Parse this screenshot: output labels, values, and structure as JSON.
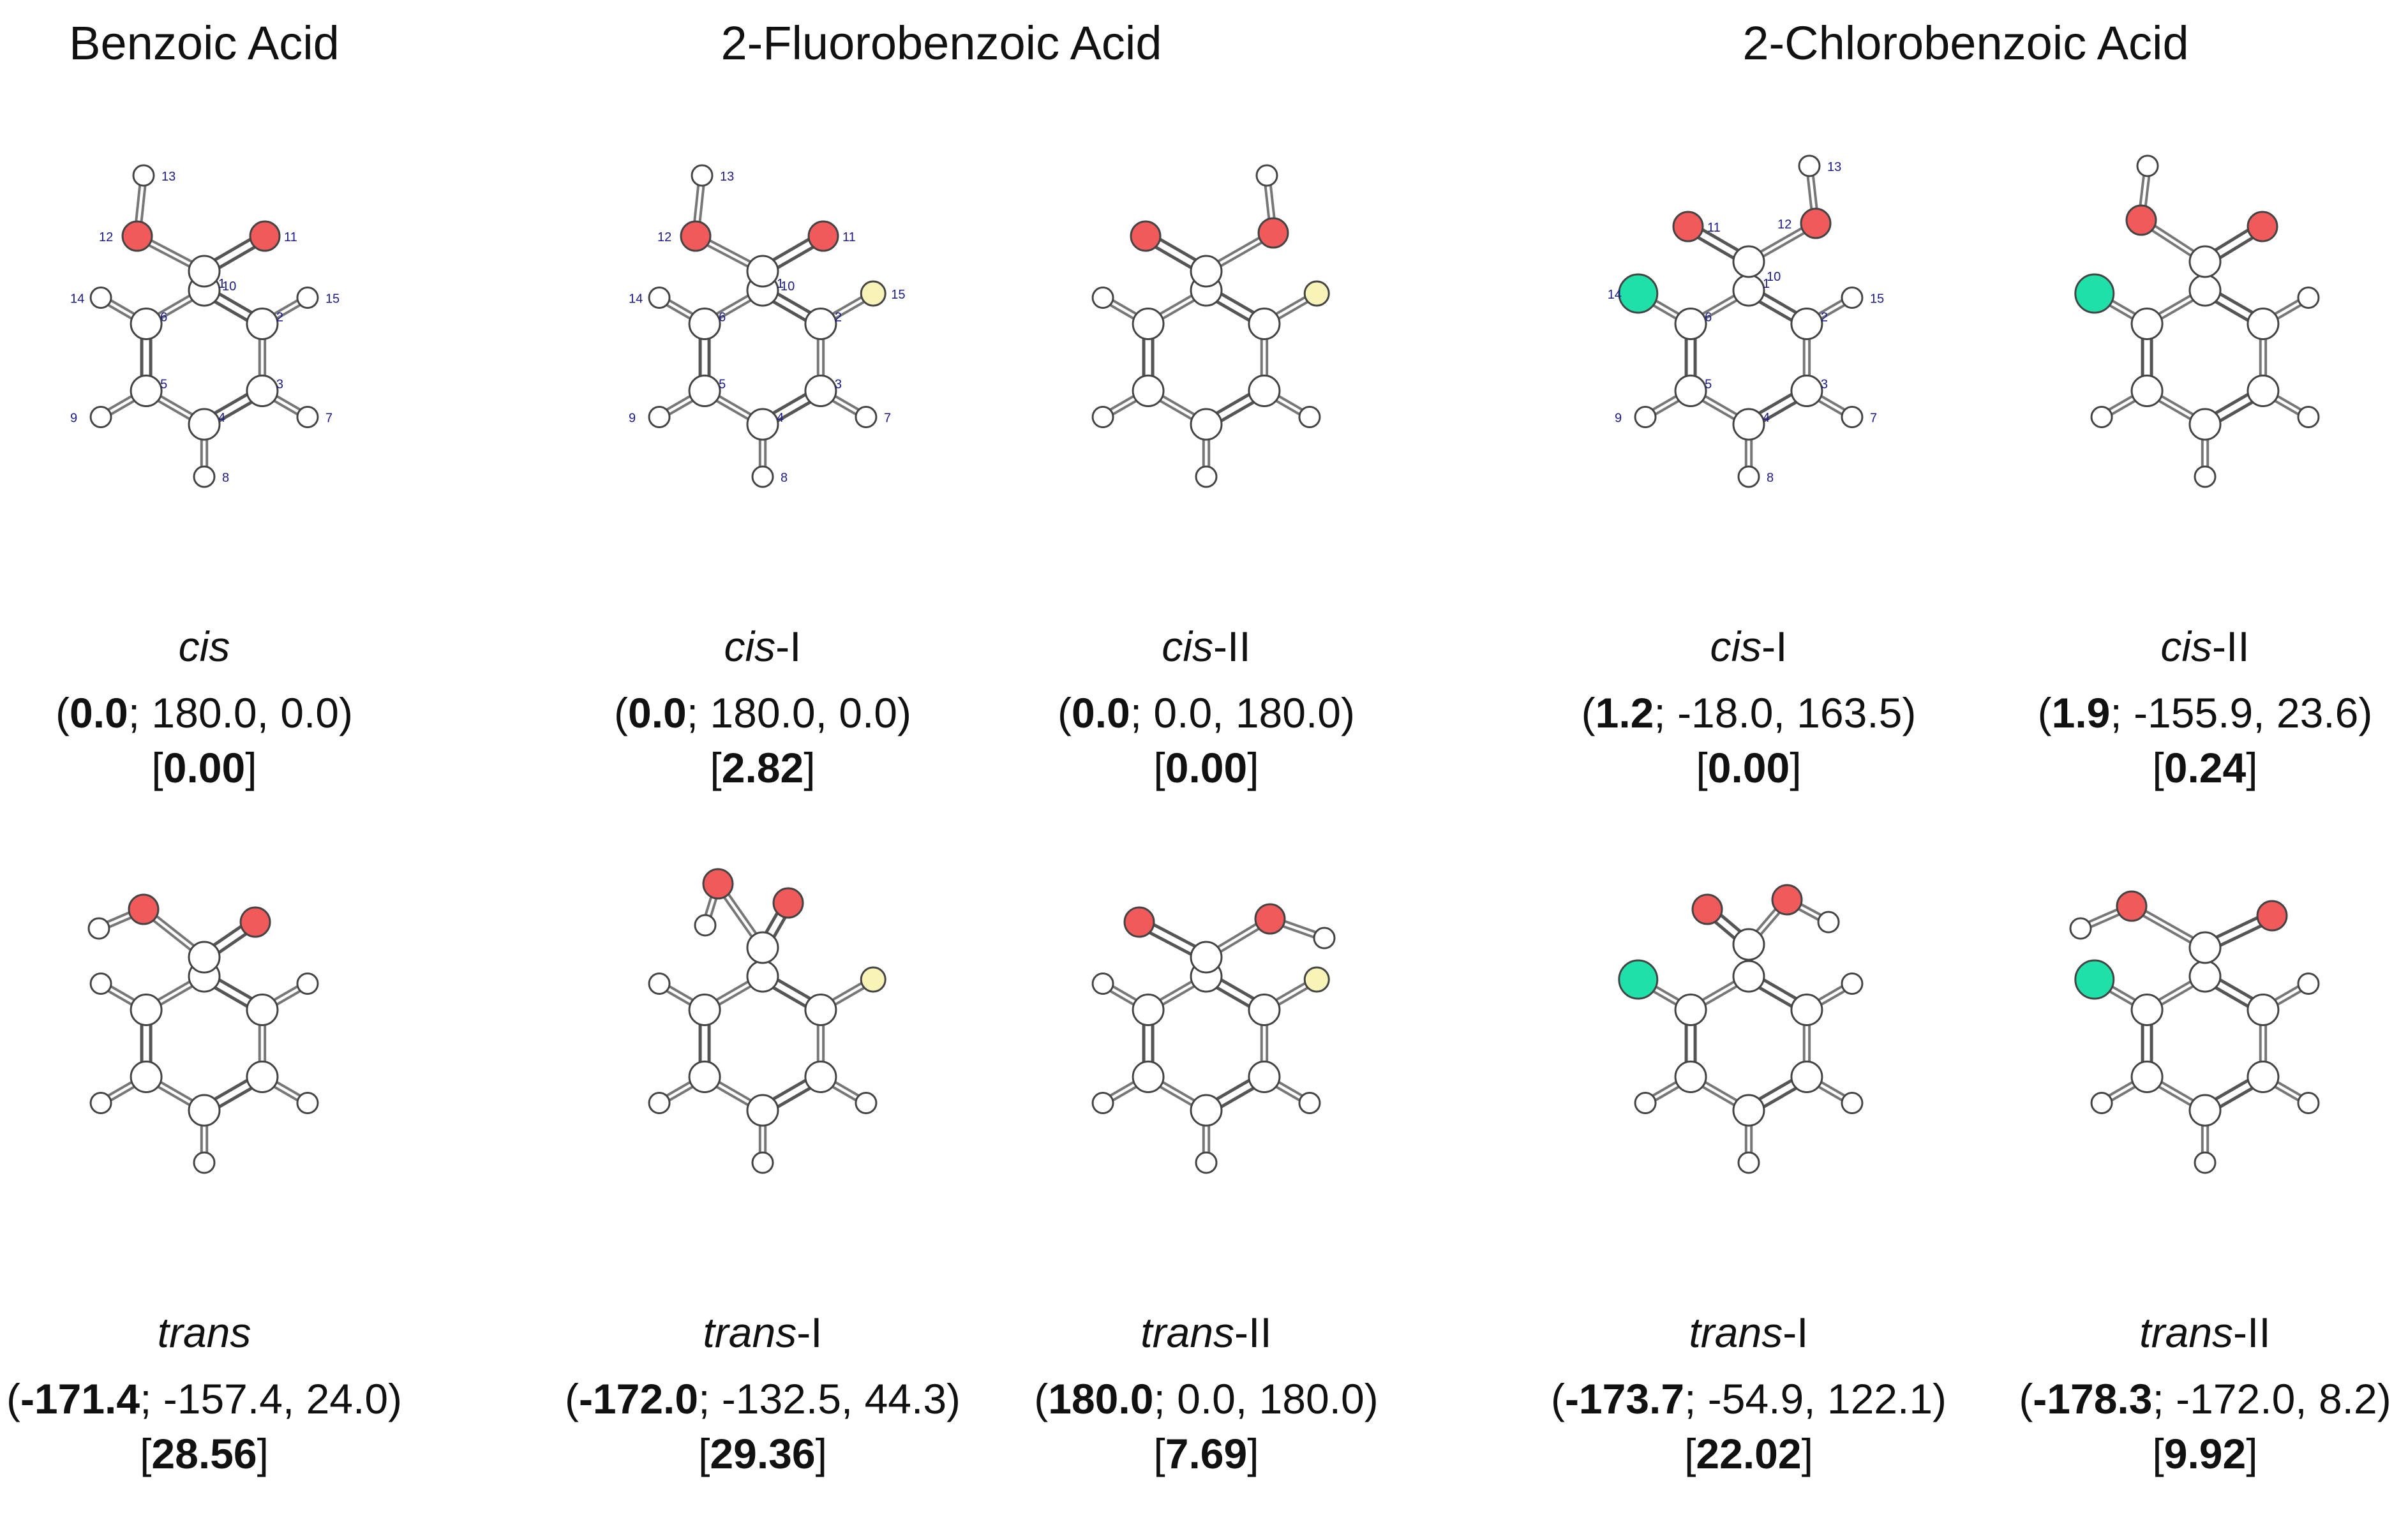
{
  "headers": [
    "Benzoic Acid",
    "2-Fluorobenzoic Acid",
    "2-Chlorobenzoic Acid"
  ],
  "colors": {
    "oxygen": "#f05a5a",
    "fluorine": "#f8f4b8",
    "chlorine": "#1ee0a8",
    "atom": "#ffffff",
    "outline": "#444444",
    "label": "#1a1a8a"
  },
  "structures": [
    {
      "name_italic": "cis",
      "name_suffix": "",
      "dihedral": "0.0",
      "angles": "180.0, 0.0",
      "energy": "0.00",
      "halogen": "none",
      "numbered": true
    },
    {
      "name_italic": "cis",
      "name_suffix": "-I",
      "dihedral": "0.0",
      "angles": "180.0, 0.0",
      "energy": "2.82",
      "halogen": "F",
      "numbered": true
    },
    {
      "name_italic": "cis",
      "name_suffix": "-II",
      "dihedral": "0.0",
      "angles": "0.0, 180.0",
      "energy": "0.00",
      "halogen": "F",
      "numbered": false
    },
    {
      "name_italic": "cis",
      "name_suffix": "-I",
      "dihedral": "1.2",
      "angles": "-18.0, 163.5",
      "energy": "0.00",
      "halogen": "Cl",
      "numbered": true
    },
    {
      "name_italic": "cis",
      "name_suffix": "-II",
      "dihedral": "1.9",
      "angles": "-155.9, 23.6",
      "energy": "0.24",
      "halogen": "Cl",
      "numbered": false
    },
    {
      "name_italic": "trans",
      "name_suffix": "",
      "dihedral": "-171.4",
      "angles": "-157.4, 24.0",
      "energy": "28.56",
      "halogen": "none",
      "numbered": false
    },
    {
      "name_italic": "trans",
      "name_suffix": "-I",
      "dihedral": "-172.0",
      "angles": "-132.5, 44.3",
      "energy": "29.36",
      "halogen": "F",
      "numbered": false
    },
    {
      "name_italic": "trans",
      "name_suffix": "-II",
      "dihedral": "180.0",
      "angles": "0.0, 180.0",
      "energy": "7.69",
      "halogen": "F",
      "numbered": false
    },
    {
      "name_italic": "trans",
      "name_suffix": "-I",
      "dihedral": "-173.7",
      "angles": "-54.9, 122.1",
      "energy": "22.02",
      "halogen": "Cl",
      "numbered": false
    },
    {
      "name_italic": "trans",
      "name_suffix": "-II",
      "dihedral": "-178.3",
      "angles": "-172.0, 8.2",
      "energy": "9.92",
      "halogen": "Cl",
      "numbered": false
    }
  ]
}
